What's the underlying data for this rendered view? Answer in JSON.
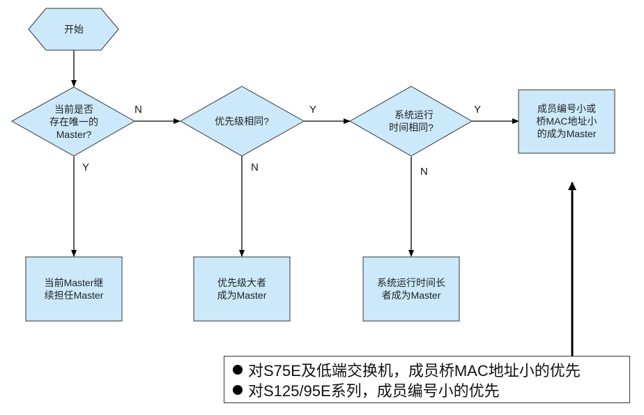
{
  "diagram": {
    "colors": {
      "node_fill": "#cce9fb",
      "node_stroke": "#333333",
      "edge": "#000000"
    },
    "nodes": {
      "start": {
        "shape": "hexagon",
        "lines": [
          "开始"
        ]
      },
      "decision_unique_master": {
        "shape": "diamond",
        "lines": [
          "当前是否",
          "存在唯一的",
          "Master?"
        ]
      },
      "decision_priority_same": {
        "shape": "diamond",
        "lines": [
          "优先级相同?"
        ]
      },
      "decision_uptime_same": {
        "shape": "diamond",
        "lines": [
          "系统运行",
          "时间相同?"
        ]
      },
      "result_member_id": {
        "shape": "rect",
        "lines": [
          "成员编号小或",
          "桥MAC地址小",
          "的成为Master"
        ]
      },
      "result_keep_master": {
        "shape": "rect",
        "lines": [
          "当前Master继",
          "续担任Master"
        ]
      },
      "result_priority_high": {
        "shape": "rect",
        "lines": [
          "优先级大者",
          "成为Master"
        ]
      },
      "result_uptime_long": {
        "shape": "rect",
        "lines": [
          "系统运行时间长",
          "者成为Master"
        ]
      }
    },
    "edges": [
      {
        "from": "start",
        "to": "decision_unique_master",
        "label": ""
      },
      {
        "from": "decision_unique_master",
        "to": "decision_priority_same",
        "label": "N"
      },
      {
        "from": "decision_unique_master",
        "to": "result_keep_master",
        "label": "Y"
      },
      {
        "from": "decision_priority_same",
        "to": "decision_uptime_same",
        "label": "Y"
      },
      {
        "from": "decision_priority_same",
        "to": "result_priority_high",
        "label": "N"
      },
      {
        "from": "decision_uptime_same",
        "to": "result_member_id",
        "label": "Y"
      },
      {
        "from": "decision_uptime_same",
        "to": "result_uptime_long",
        "label": "N"
      },
      {
        "from": "note",
        "to": "result_member_id",
        "label": ""
      }
    ],
    "note": {
      "lines": [
        "对S75E及低端交换机，成员桥MAC地址小的优先",
        "对S125/95E系列，成员编号小的优先"
      ]
    }
  }
}
